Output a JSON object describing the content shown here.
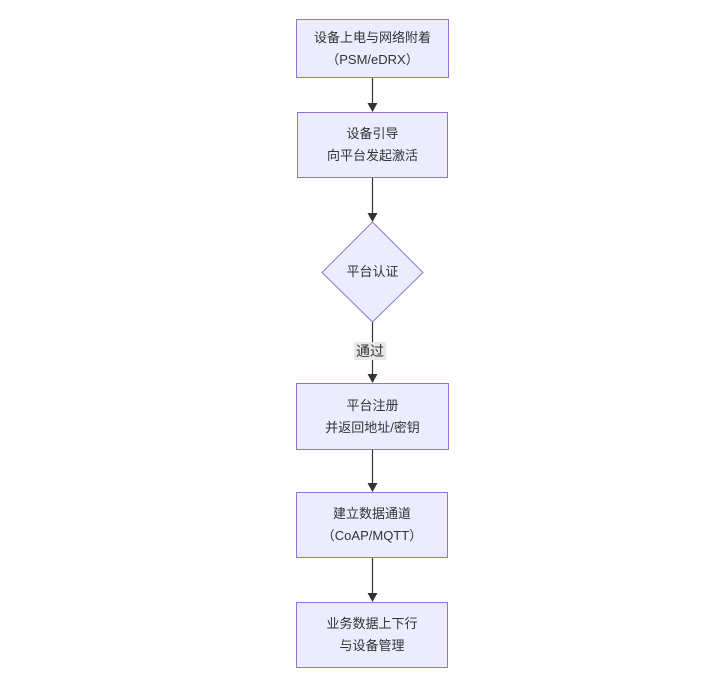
{
  "diagram": {
    "type": "flowchart",
    "direction": "top-down",
    "colors": {
      "node_fill": "#ECECFF",
      "node_border": "#9370DB",
      "edge_line": "#333333",
      "edge_label_bg": "#e8e8e8",
      "text": "#333333",
      "background": "#ffffff"
    },
    "nodes": [
      {
        "shape": "rect",
        "line1": "设备上电与网络附着",
        "line2": "（PSM/eDRX）"
      },
      {
        "shape": "rect",
        "line1": "设备引导",
        "line2": "向平台发起激活"
      },
      {
        "shape": "diamond",
        "line1": "平台认证",
        "line2": ""
      },
      {
        "shape": "rect",
        "line1": "平台注册",
        "line2": "并返回地址/密钥"
      },
      {
        "shape": "rect",
        "line1": "建立数据通道",
        "line2": "（CoAP/MQTT）"
      },
      {
        "shape": "rect",
        "line1": "业务数据上下行",
        "line2": "与设备管理"
      }
    ],
    "edges": [
      {
        "from": "设备上电与网络附着",
        "to": "设备引导",
        "label": ""
      },
      {
        "from": "设备引导",
        "to": "平台认证",
        "label": ""
      },
      {
        "from": "平台认证",
        "to": "平台注册",
        "label": "通过"
      },
      {
        "from": "平台注册",
        "to": "建立数据通道",
        "label": ""
      },
      {
        "from": "建立数据通道",
        "to": "业务数据上下行",
        "label": ""
      }
    ]
  }
}
